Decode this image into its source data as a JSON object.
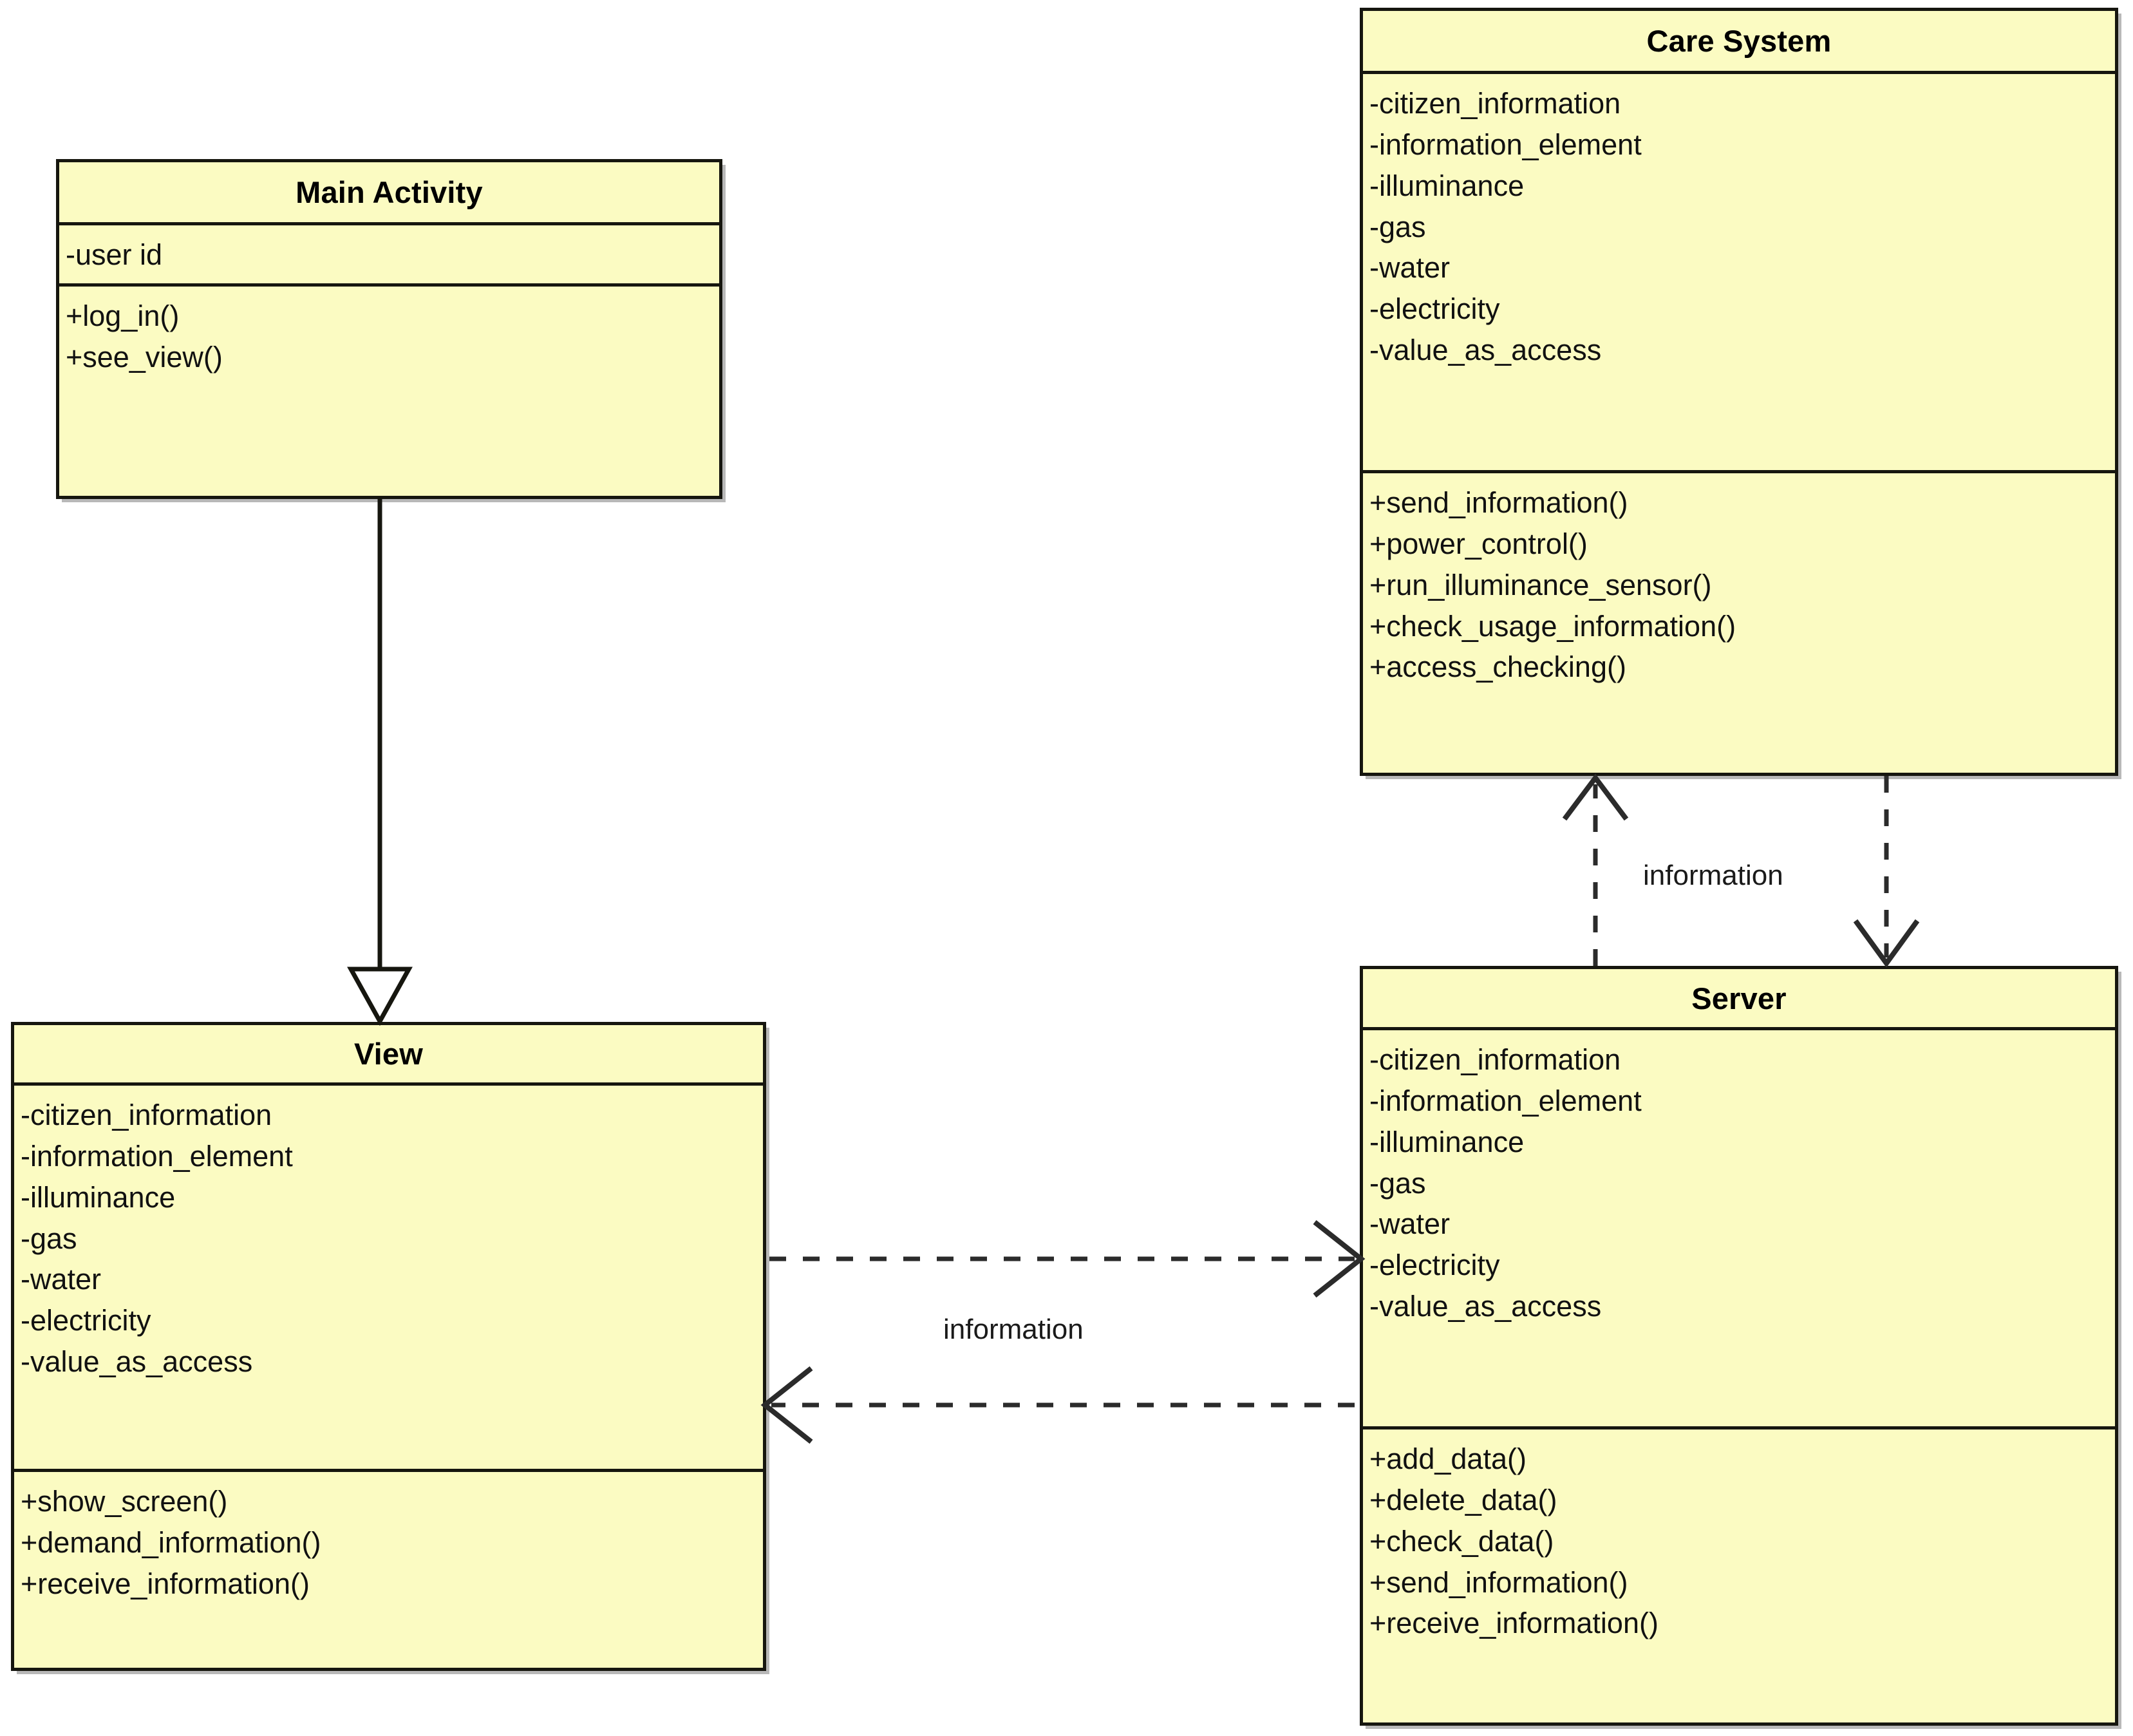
{
  "diagram": {
    "type": "uml-class-diagram",
    "background_color": "#ffffff",
    "class_fill_color": "#fbfbc2",
    "class_border_color": "#16160f",
    "text_color": "#111111"
  },
  "classes": {
    "main_activity": {
      "name": "Main Activity",
      "attributes": [
        "-user id"
      ],
      "methods": [
        "+log_in()",
        "+see_view()"
      ]
    },
    "care_system": {
      "name": "Care System",
      "attributes": [
        "-citizen_information",
        "-information_element",
        "-illuminance",
        "-gas",
        "-water",
        "-electricity",
        "-value_as_access"
      ],
      "methods": [
        "+send_information()",
        "+power_control()",
        "+run_illuminance_sensor()",
        "+check_usage_information()",
        "+access_checking()"
      ]
    },
    "view": {
      "name": "View",
      "attributes": [
        "-citizen_information",
        "-information_element",
        "-illuminance",
        "-gas",
        "-water",
        "-electricity",
        "-value_as_access"
      ],
      "methods": [
        "+show_screen()",
        "+demand_information()",
        "+receive_information()"
      ]
    },
    "server": {
      "name": "Server",
      "attributes": [
        "-citizen_information",
        "-information_element",
        "-illuminance",
        "-gas",
        "-water",
        "-electricity",
        "-value_as_access"
      ],
      "methods": [
        "+add_data()",
        "+delete_data()",
        "+check_data()",
        "+send_information()",
        "+receive_information()"
      ]
    }
  },
  "relationships": {
    "generalization_main_to_view": {
      "kind": "generalization",
      "from": "Main Activity",
      "to": "View",
      "line_style": "solid",
      "arrowhead": "hollow-triangle",
      "label": ""
    },
    "dependency_server_to_care": {
      "kind": "dependency",
      "from": "Server",
      "to": "Care System",
      "line_style": "dashed",
      "arrowhead": "open-arrow",
      "label": "information"
    },
    "dependency_care_to_server": {
      "kind": "dependency",
      "from": "Care System",
      "to": "Server",
      "line_style": "dashed",
      "arrowhead": "open-arrow",
      "label": "information"
    },
    "dependency_view_to_server": {
      "kind": "dependency",
      "from": "View",
      "to": "Server",
      "line_style": "dashed",
      "arrowhead": "open-arrow",
      "label": "information"
    },
    "dependency_server_to_view": {
      "kind": "dependency",
      "from": "Server",
      "to": "View",
      "line_style": "dashed",
      "arrowhead": "open-arrow",
      "label": "information"
    }
  },
  "edge_labels": {
    "care_server": "information",
    "view_server": "information"
  }
}
